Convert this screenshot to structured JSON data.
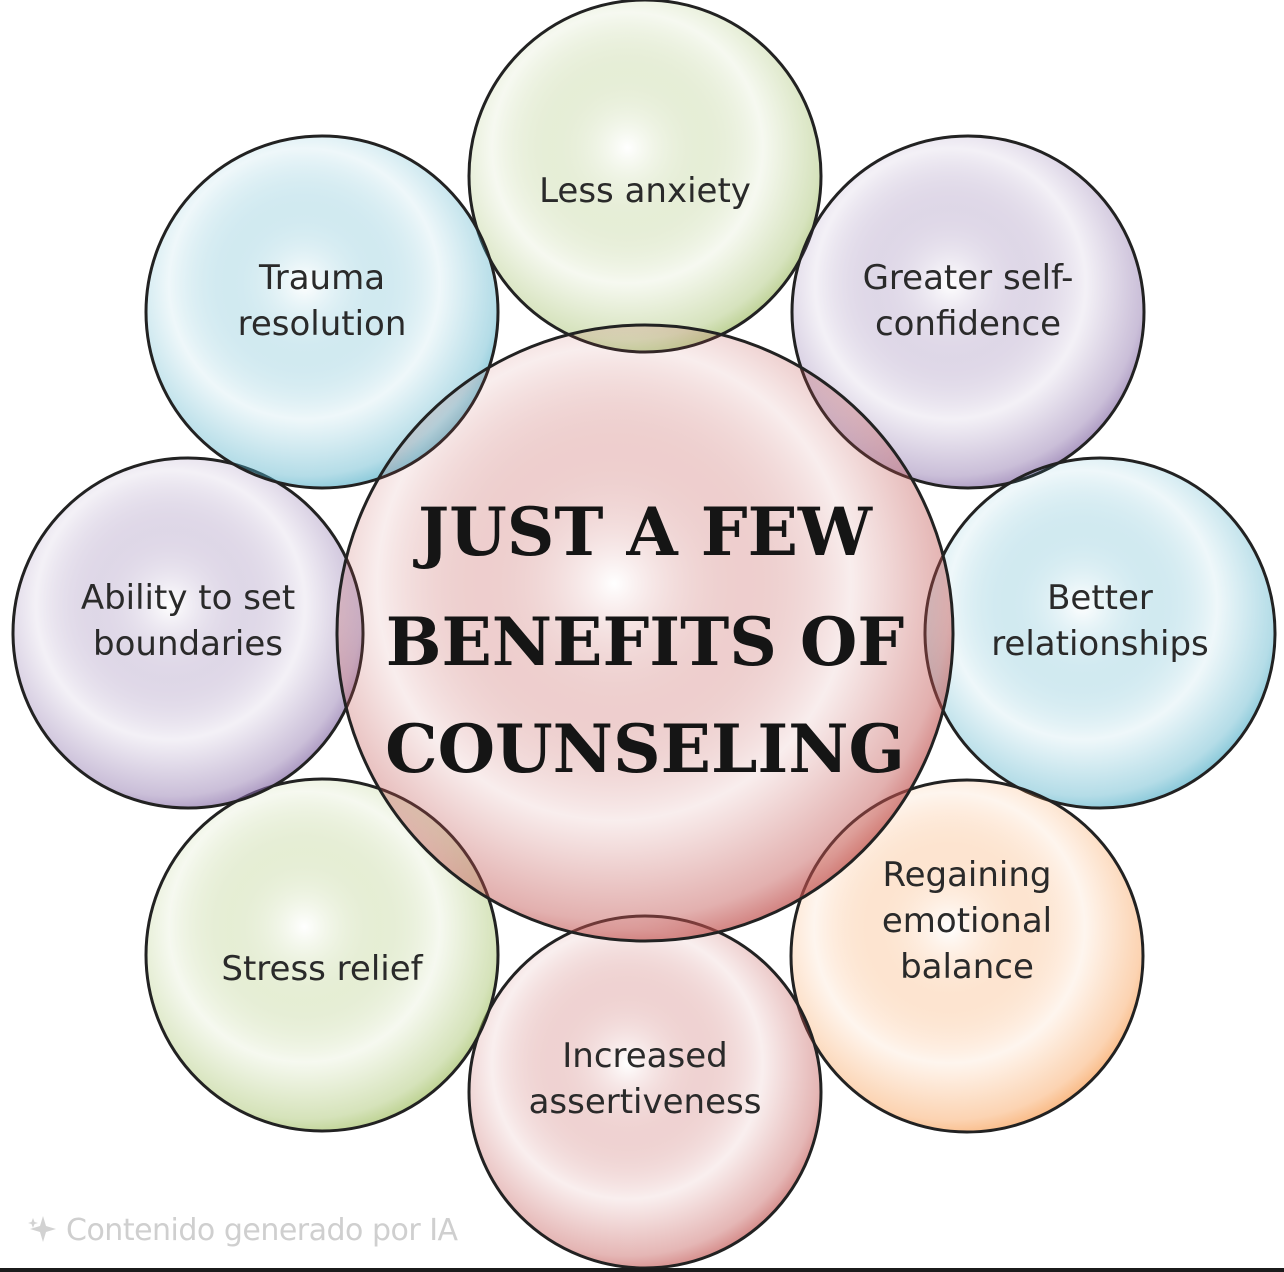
{
  "title": {
    "lines": [
      "JUST A FEW",
      "BENEFITS OF",
      "COUNSELING"
    ]
  },
  "bubbles": [
    {
      "id": "less-anxiety",
      "lines": [
        "Less anxiety"
      ],
      "color": "#9dbb61"
    },
    {
      "id": "greater-self-confidence",
      "lines": [
        "Greater self-",
        "confidence"
      ],
      "color": "#8064a2"
    },
    {
      "id": "better-relationships",
      "lines": [
        "Better",
        "relationships"
      ],
      "color": "#4bacc6"
    },
    {
      "id": "regaining-emotional-balance",
      "lines": [
        "Regaining",
        "emotional",
        "balance"
      ],
      "color": "#f79646"
    },
    {
      "id": "increased-assertiveness",
      "lines": [
        "Increased",
        "assertiveness"
      ],
      "color": "#c0504d"
    },
    {
      "id": "stress-relief",
      "lines": [
        "Stress relief"
      ],
      "color": "#9bbb59"
    },
    {
      "id": "ability-to-set-boundaries",
      "lines": [
        "Ability to set",
        "boundaries"
      ],
      "color": "#8064a2"
    },
    {
      "id": "trauma-resolution",
      "lines": [
        "Trauma",
        "resolution"
      ],
      "color": "#4bacc6"
    }
  ],
  "center_color": "#c0504d",
  "watermark": {
    "text": "Contenido generado por IA",
    "icon": "ai-sparkle-icon"
  }
}
